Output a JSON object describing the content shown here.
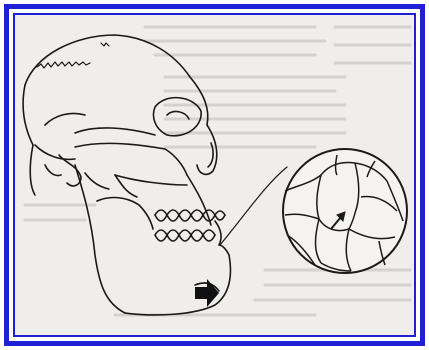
{
  "figure": {
    "subject": "skull-lateral-view-with-magnified-tissue-inset",
    "palette": {
      "frame_blue": "#1f1fd6",
      "paper": "#efeeea",
      "ink": "#1a1a1a",
      "ghost_text": "#c9c7c2"
    },
    "arrows": [
      {
        "name": "mandible-pointer-arrow",
        "direction": "right",
        "style": "solid-block"
      },
      {
        "name": "inset-pointer-arrow",
        "direction": "up-right",
        "style": "thin"
      }
    ]
  }
}
